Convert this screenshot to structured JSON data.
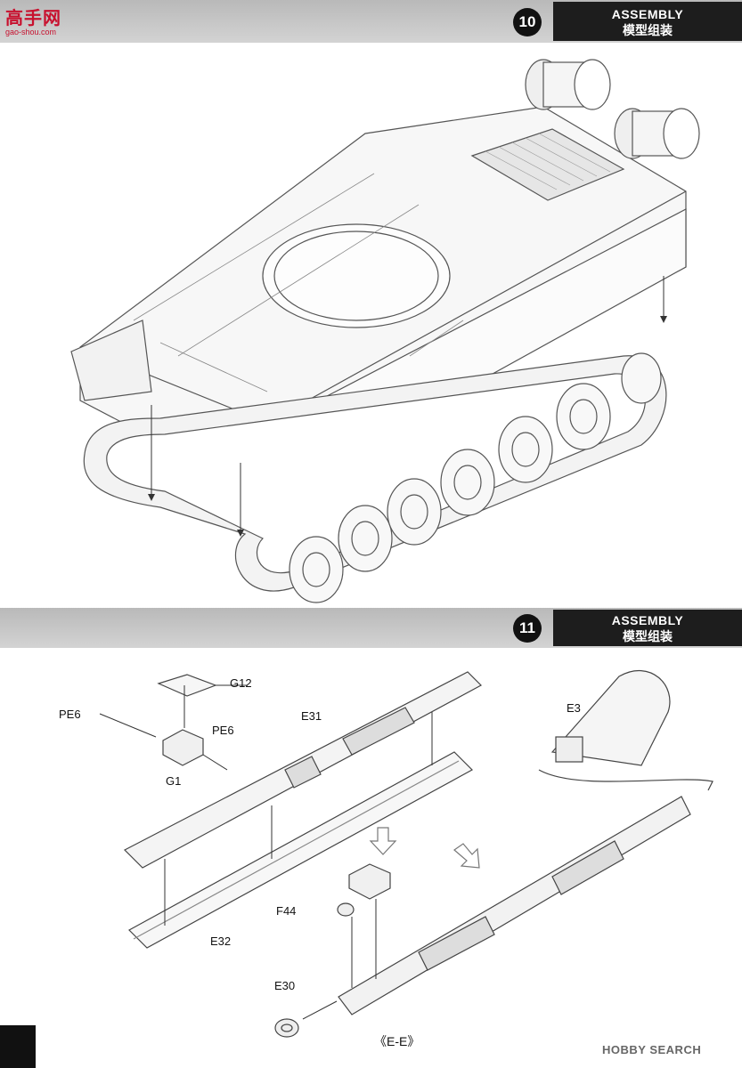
{
  "logo": {
    "main": "高手网",
    "sub": "gao-shou.com"
  },
  "step10": {
    "number": "10",
    "title_en": "ASSEMBLY",
    "title_zh": "模型组装"
  },
  "step11": {
    "number": "11",
    "title_en": "ASSEMBLY",
    "title_zh": "模型组装"
  },
  "part_labels": {
    "g12": "G12",
    "pe6_left": "PE6",
    "pe6_right": "PE6",
    "g1": "G1",
    "e31": "E31",
    "e32": "E32",
    "e3": "E3",
    "f44": "F44",
    "e30": "E30"
  },
  "caption": "《E-E》",
  "watermark": "HOBBY SEARCH"
}
